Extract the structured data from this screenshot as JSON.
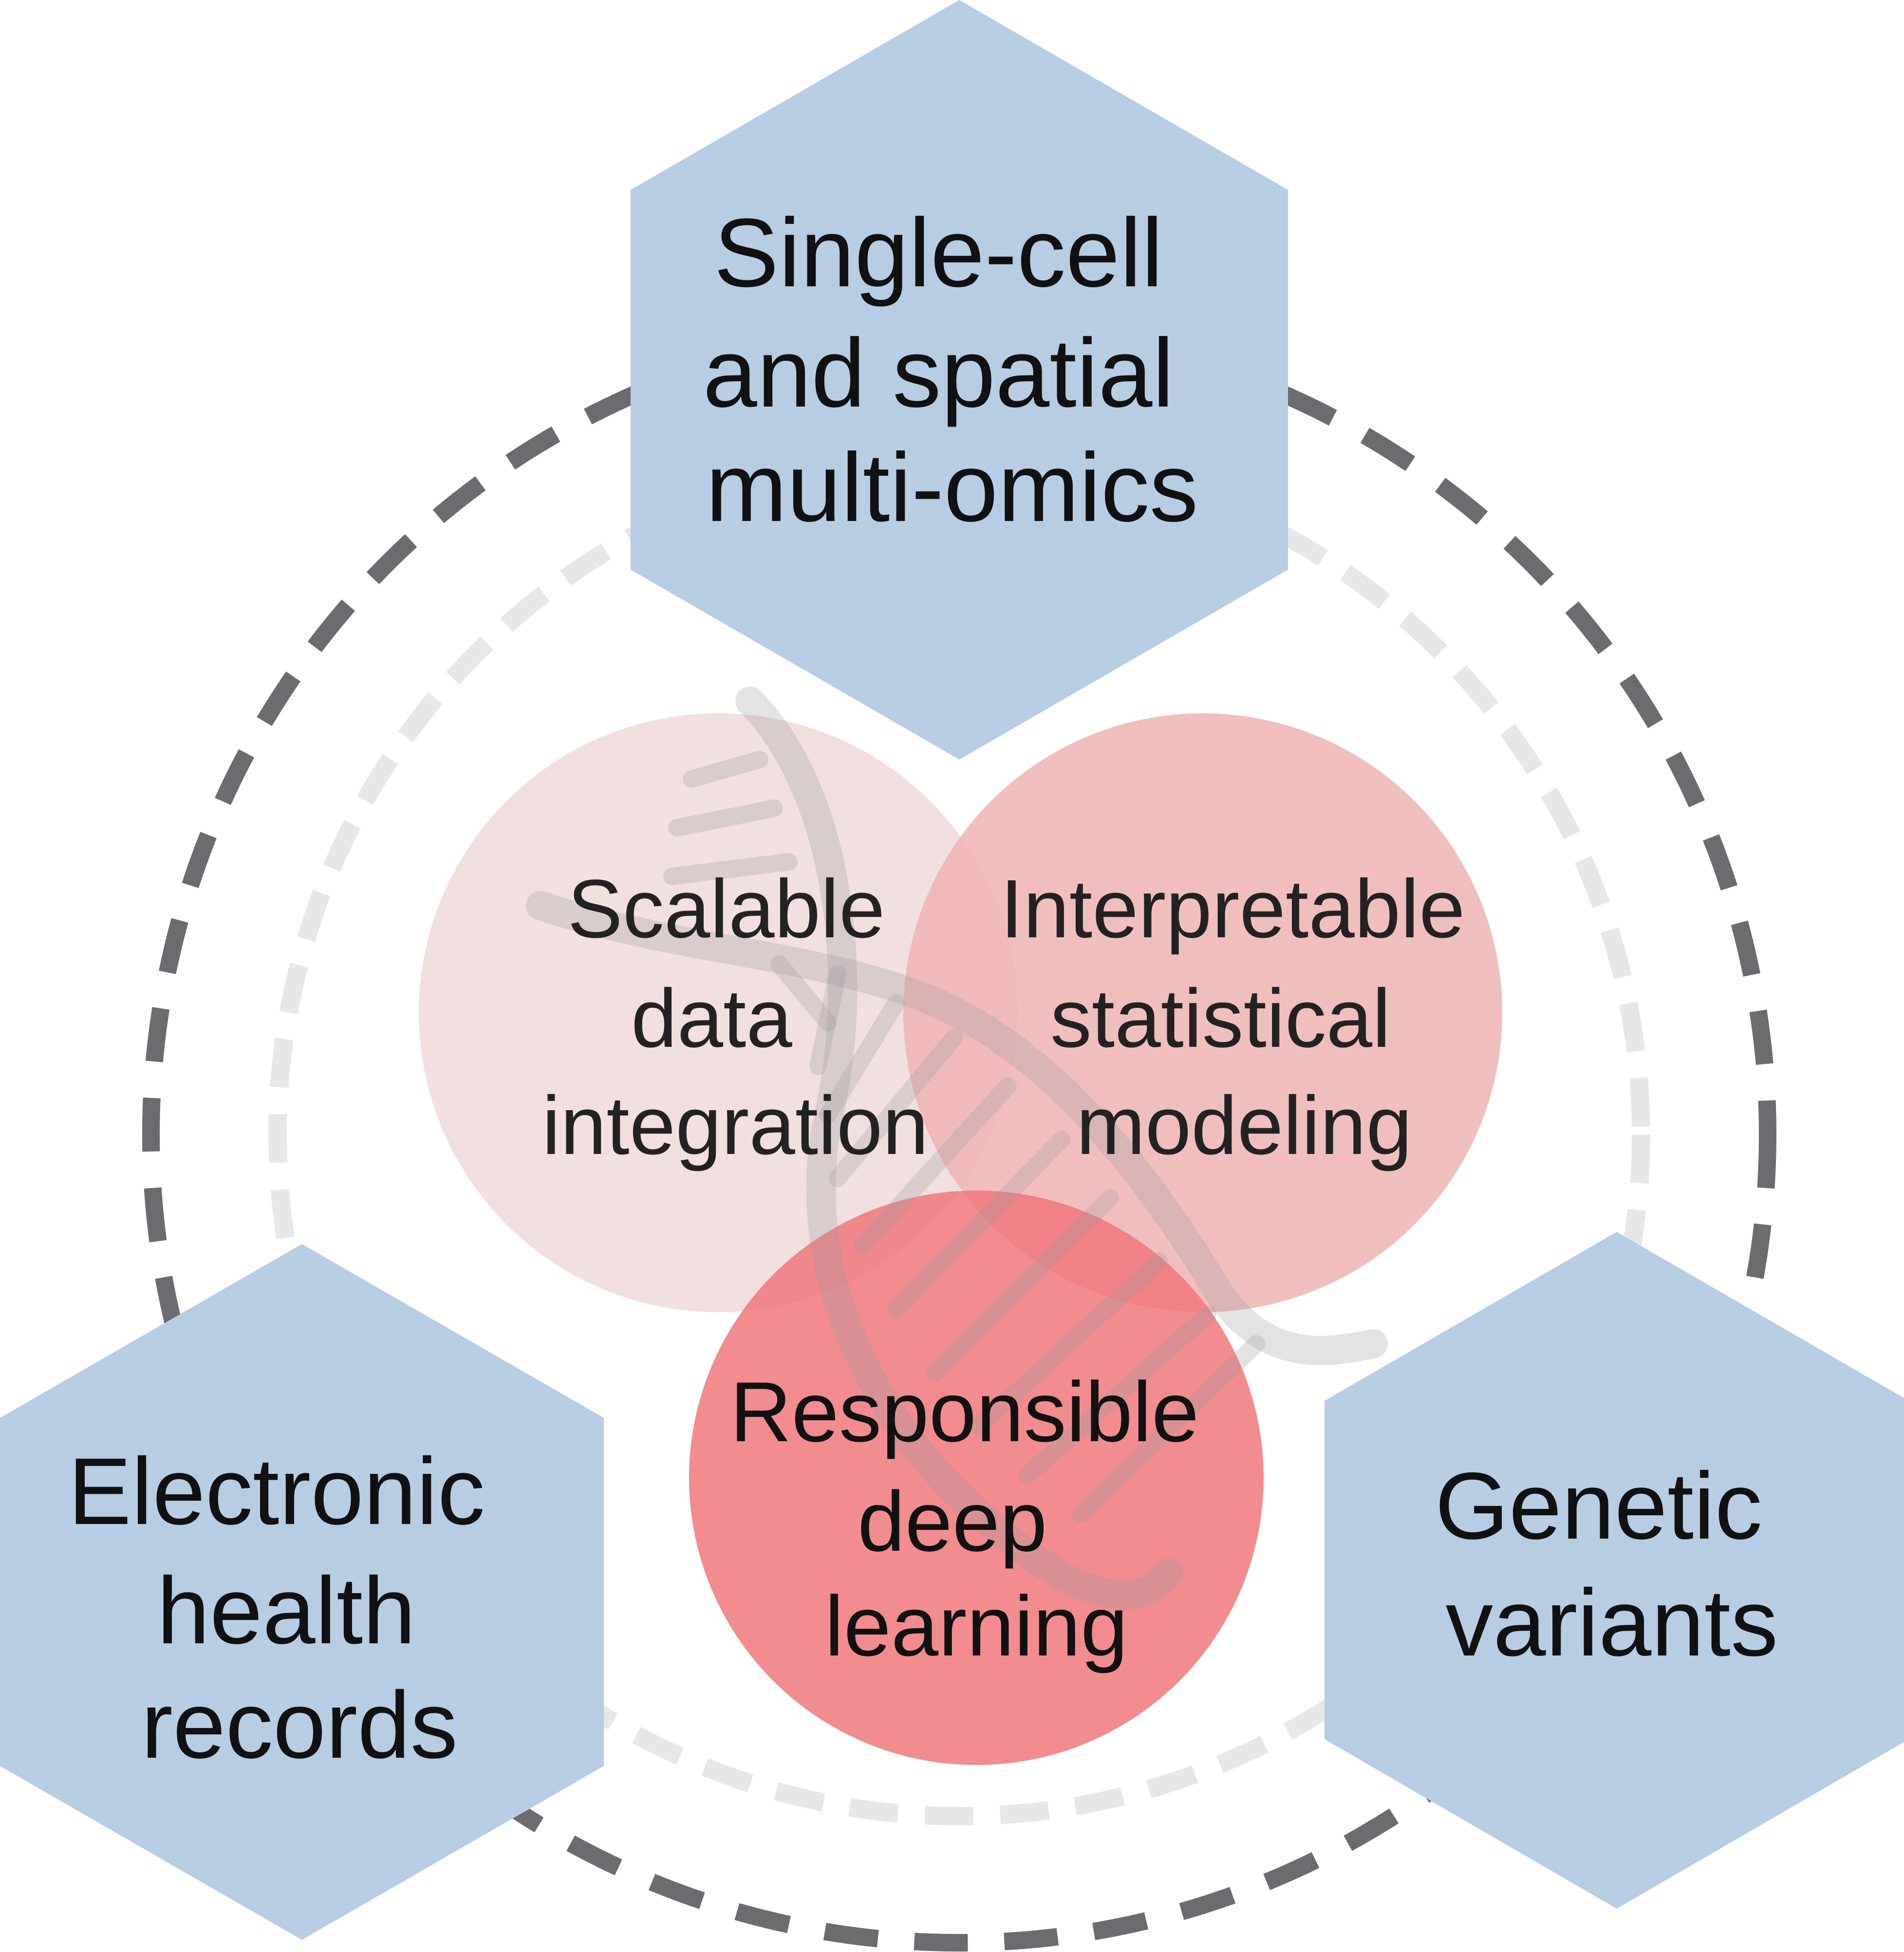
{
  "colors": {
    "hexagon_fill": "#b7cde4",
    "outer_ring": "#6b6b70",
    "inner_ring": "#e6e7e9",
    "circle_scalable": "#f1dcdd",
    "circle_interpretable": "#efb5b5",
    "circle_responsible": "#f0787b",
    "dna_watermark": "#9a9a9a",
    "text": "#111111"
  },
  "data_sources": {
    "top": {
      "lines": [
        "Single-cell",
        "and spatial",
        "multi-omics"
      ]
    },
    "left": {
      "lines": [
        "Electronic",
        "health",
        "records"
      ]
    },
    "right": {
      "lines": [
        "Genetic",
        "variants"
      ]
    }
  },
  "methods": {
    "scalable": {
      "lines": [
        "Scalable",
        "data",
        "integration"
      ]
    },
    "interpretable": {
      "lines": [
        "Interpretable",
        "statistical",
        "modeling"
      ]
    },
    "responsible": {
      "lines": [
        "Responsible",
        "deep",
        "learning"
      ]
    }
  }
}
